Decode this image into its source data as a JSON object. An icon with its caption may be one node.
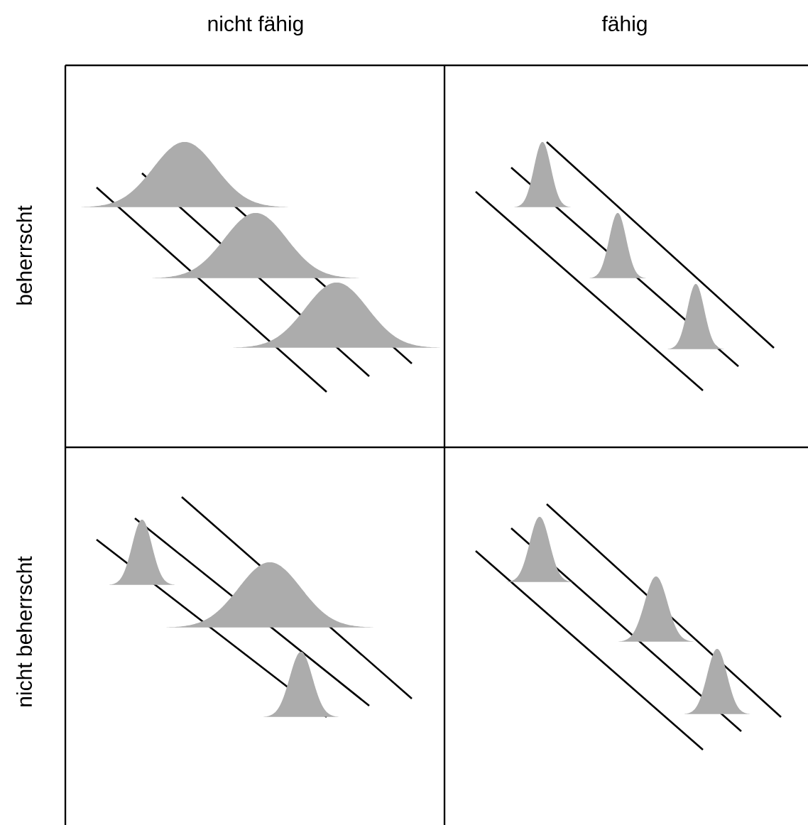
{
  "diagram": {
    "labels": [
      "nicht fähig",
      "fähig",
      "beherrscht",
      "nicht beherrscht"
    ]
  }
}
